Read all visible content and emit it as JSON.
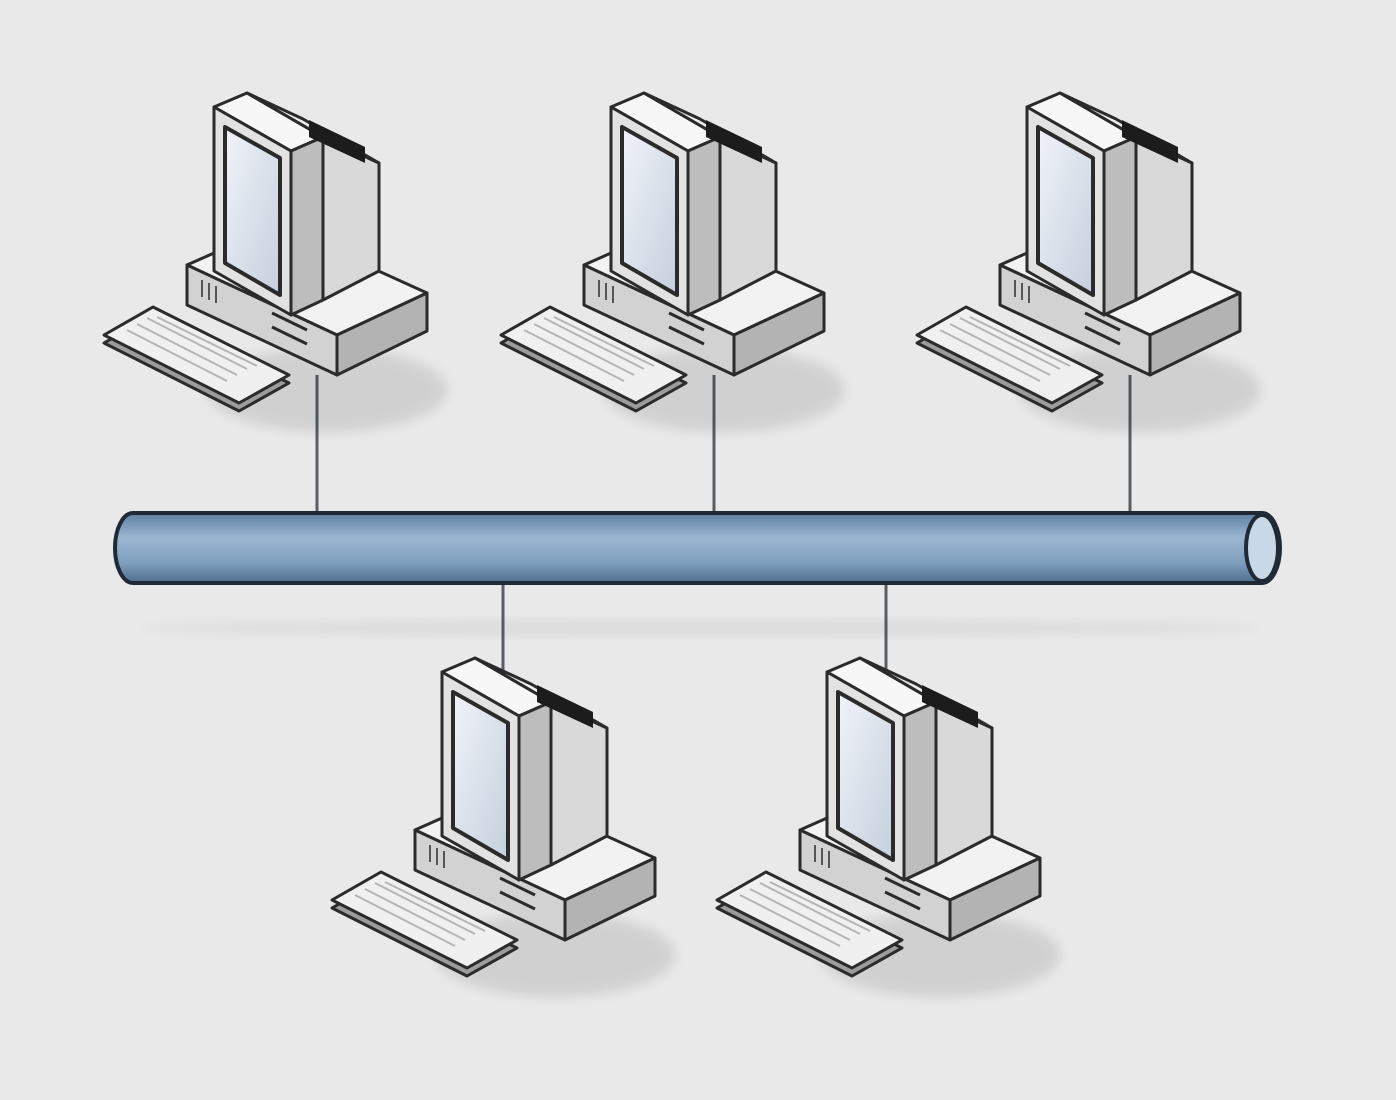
{
  "diagram": {
    "type": "bus-topology",
    "colors": {
      "background": "#e9e9e9",
      "bus_fill": "#7f9fbe",
      "bus_stroke": "#1f2a36",
      "drop_cable": "#5a5f66",
      "casing": "#dedede",
      "casing_dark": "#a9a9a9",
      "outline": "#2b2b2b",
      "screen": "#d4dbe6"
    },
    "bus": {
      "name": "backbone-cable"
    },
    "nodes": [
      {
        "id": "top-left",
        "side": "top",
        "icon": "desktop-computer-icon"
      },
      {
        "id": "top-center",
        "side": "top",
        "icon": "desktop-computer-icon"
      },
      {
        "id": "top-right",
        "side": "top",
        "icon": "desktop-computer-icon"
      },
      {
        "id": "bottom-left",
        "side": "bottom",
        "icon": "desktop-computer-icon"
      },
      {
        "id": "bottom-right",
        "side": "bottom",
        "icon": "desktop-computer-icon"
      }
    ]
  }
}
